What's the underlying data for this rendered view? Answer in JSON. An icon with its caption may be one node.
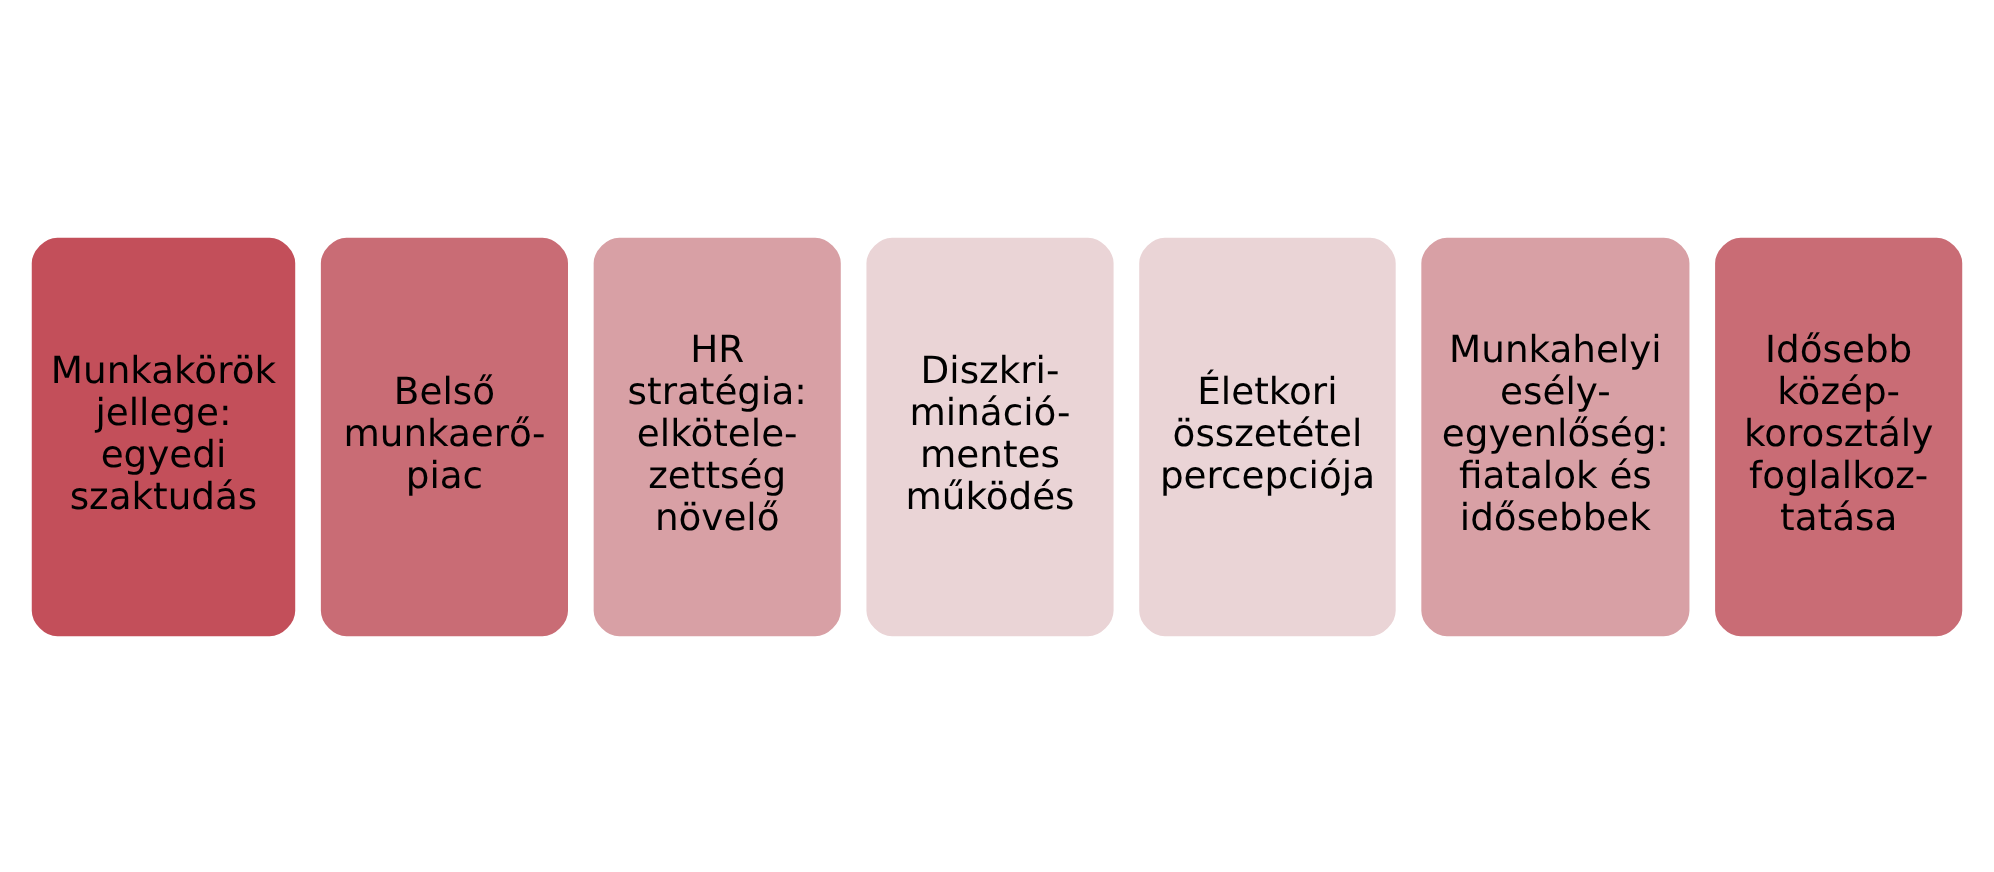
{
  "diagram": {
    "nodes": [
      {
        "text": [
          "Munkakörök jellege: egyedi szaktudás"
        ]
      },
      {
        "text": [
          "Belső munkaerő- piac"
        ]
      },
      {
        "text": [
          "HR stratégia: elkötele- zettség növelő"
        ]
      },
      {
        "text": [
          "Diszkri- mináció- mentes működés"
        ]
      },
      {
        "text": [
          "Életkori összetétel percepciója"
        ]
      },
      {
        "text": [
          "Munkahelyi esély- egyenlőség: fiatalok és idősebbek"
        ]
      },
      {
        "text": [
          "Idősebb közép- korosztály foglalkoz- tatása"
        ]
      }
    ]
  }
}
